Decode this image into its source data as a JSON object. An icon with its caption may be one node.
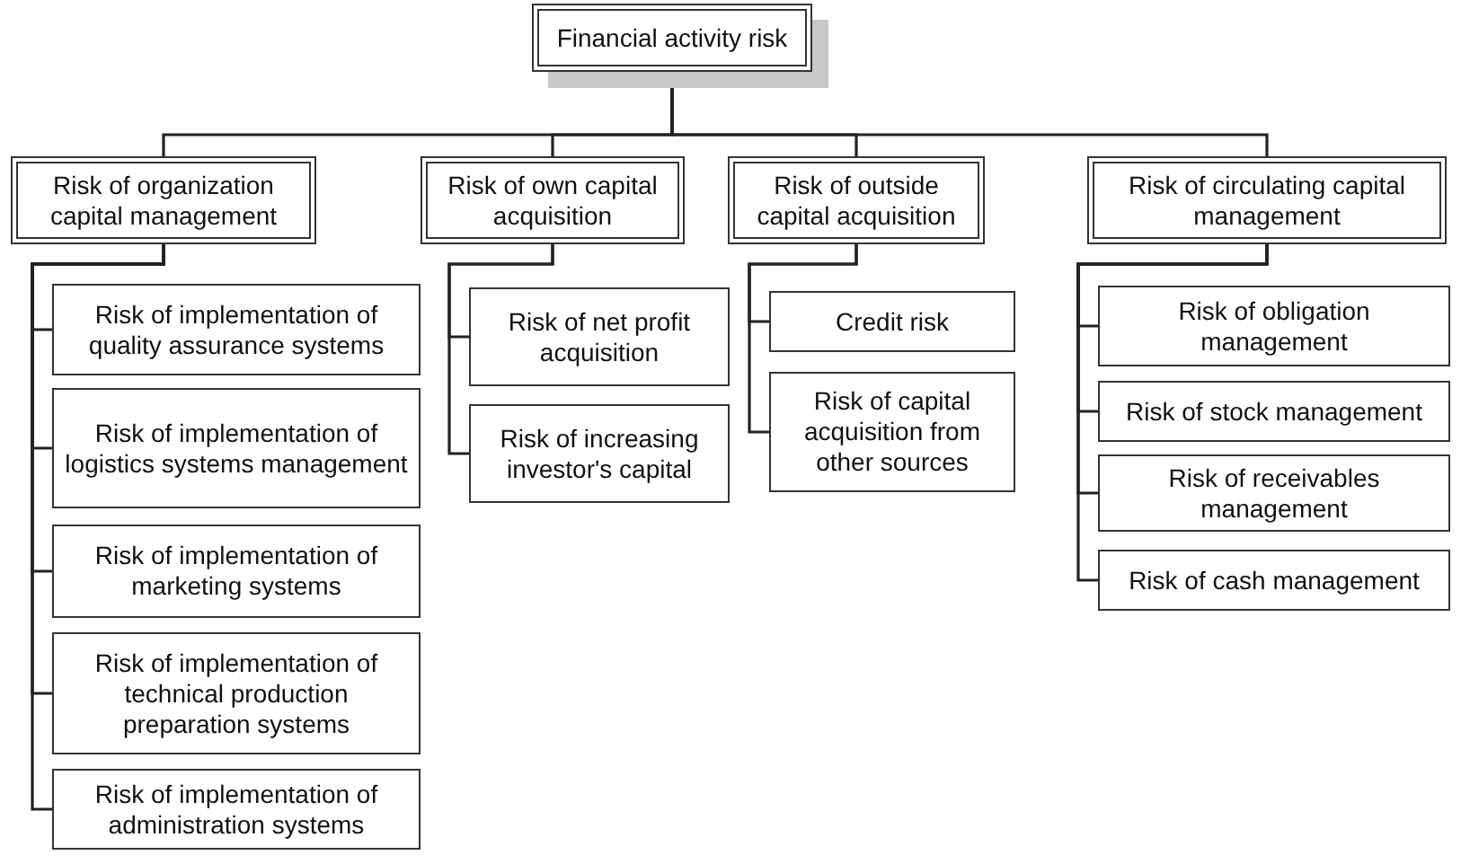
{
  "diagram": {
    "nodes": [
      {
        "text": [
          "Financial activity risk"
        ]
      },
      {
        "text": [
          "Risk of organization capital management"
        ]
      },
      {
        "text": [
          "Risk of own capital acquisition"
        ]
      },
      {
        "text": [
          "Risk of outside capital acquisition"
        ]
      },
      {
        "text": [
          "Risk of circulating capital management"
        ]
      },
      {
        "text": [
          "Risk of implementation of quality assurance systems"
        ]
      },
      {
        "text": [
          "Risk of implementation of logistics systems management"
        ]
      },
      {
        "text": [
          "Risk of implementation of marketing systems"
        ]
      },
      {
        "text": [
          "Risk of implementation of technical production preparation systems"
        ]
      },
      {
        "text": [
          "Risk of implementation of administration systems"
        ]
      },
      {
        "text": [
          "Risk of net profit acquisition"
        ]
      },
      {
        "text": [
          "Risk of increasing investor's capital"
        ]
      },
      {
        "text": [
          "Credit risk"
        ]
      },
      {
        "text": [
          "Risk of capital acquisition from other sources"
        ]
      },
      {
        "text": [
          "Risk of obligation management"
        ]
      },
      {
        "text": [
          "Risk of stock management"
        ]
      },
      {
        "text": [
          "Risk of receivables management"
        ]
      },
      {
        "text": [
          "Risk of cash management"
        ]
      }
    ],
    "edges": [
      {
        "from": 0,
        "to": 1,
        "arrow": "none"
      },
      {
        "from": 0,
        "to": 2,
        "arrow": "none"
      },
      {
        "from": 0,
        "to": 3,
        "arrow": "none"
      },
      {
        "from": 0,
        "to": 4,
        "arrow": "none"
      },
      {
        "from": 1,
        "to": 5,
        "arrow": "none"
      },
      {
        "from": 1,
        "to": 6,
        "arrow": "none"
      },
      {
        "from": 1,
        "to": 7,
        "arrow": "none"
      },
      {
        "from": 1,
        "to": 8,
        "arrow": "none"
      },
      {
        "from": 1,
        "to": 9,
        "arrow": "none"
      },
      {
        "from": 2,
        "to": 10,
        "arrow": "none"
      },
      {
        "from": 2,
        "to": 11,
        "arrow": "none"
      },
      {
        "from": 3,
        "to": 12,
        "arrow": "none"
      },
      {
        "from": 3,
        "to": 13,
        "arrow": "none"
      },
      {
        "from": 4,
        "to": 14,
        "arrow": "none"
      },
      {
        "from": 4,
        "to": 15,
        "arrow": "none"
      },
      {
        "from": 4,
        "to": 16,
        "arrow": "none"
      },
      {
        "from": 4,
        "to": 17,
        "arrow": "none"
      }
    ]
  }
}
